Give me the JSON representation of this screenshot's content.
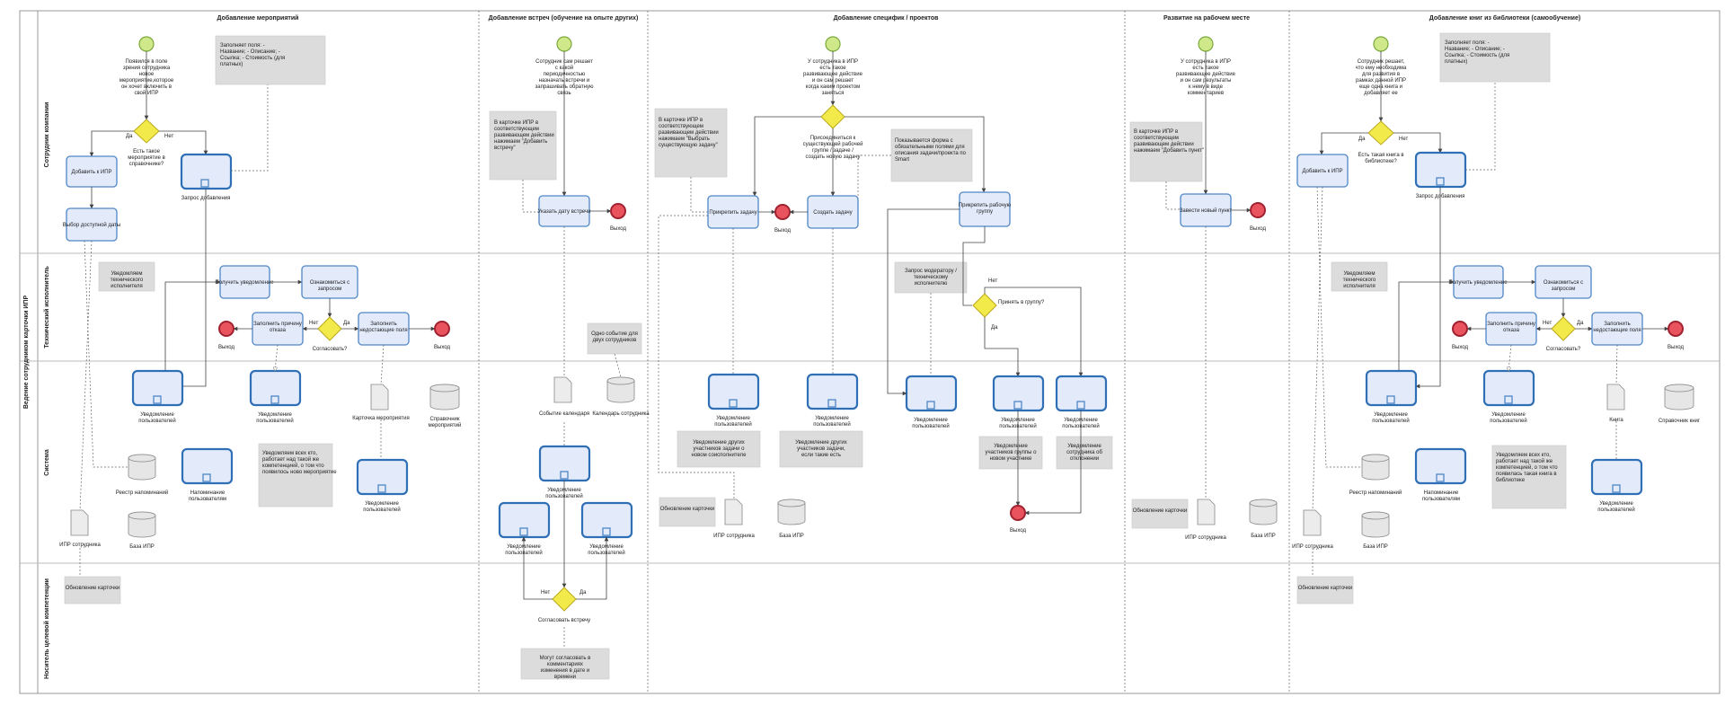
{
  "diagram": {
    "pool_title": "Ведение сотрудником карточки ИПР",
    "lanes": [
      "Сотрудник компании",
      "Технический исполнитель",
      "Система",
      "Носитель целевой компетенции"
    ],
    "phases": [
      "Добавление мероприятий",
      "Добавление встреч (обучение на опыте других)",
      "Добавление специфик / проектов",
      "Развитие на рабочем месте",
      "Добавление книг из библиотеки (самообучение)"
    ],
    "p1": {
      "start_text": "Появился в поле зрения сотрудника новое мероприятие,которое он хочет включить в свой ИПР",
      "note_fields": "Заполняет поля: - Название; - Описание; - Ссылка; - Стоимость (для платных)",
      "gw_q": "Есть такое мероприятие в справочнике?",
      "yes": "Да",
      "no": "Нет",
      "add_ipr": "Добавить к ИПР",
      "choose_date": "Выбор доступной даты",
      "add_request": "Запрос добавления",
      "note_tech": "Уведомляем технического исполнителя",
      "get_notice": "Получить уведомление",
      "read_request": "Ознакомиться с запросом",
      "fill_reason": "Заполнить причину отказа",
      "agree_q": "Согласовать?",
      "fill_fields": "Заполнить недостающие поля",
      "exit": "Выход",
      "notify_users": "Уведомление пользователей",
      "event_card": "Карточка мероприятия",
      "event_catalog": "Справочник мероприятий",
      "reg_notice": "Реестр напоминаний",
      "remind_users": "Напоминание пользователям",
      "note_all": "Уведомляем всех кто, работает над такой же компетенцией, о том что появилось ново мероприятие",
      "ipr_emp": "ИПР сотрудника",
      "ipr_base": "База ИПР",
      "card_update": "Обновление карточки"
    },
    "p2": {
      "start_text": "Сотрудник сам решает с какой периодичностью назначать встречи и запрашивать обратную связь",
      "note_card": "В карточке ИПР в соответствующем развивающем действии нажимаем \"Добавить встречу\"",
      "set_date": "Указать дату встречи",
      "exit": "Выход",
      "one_event": "Одно событие для двух сотрудников",
      "cal_event": "Событие календаря",
      "cal_emp": "Календарь сотрудника",
      "notify_users": "Уведомление пользователей",
      "agree_meet": "Согласовать встречу",
      "no": "Нет",
      "yes": "Да",
      "note_change": "Могут согласовать в комментариях изменения в дате и времени"
    },
    "p3": {
      "start_text": "У сотрудника в ИПР есть такое развивающее действие и он сам решает когда каким проектом заняться",
      "note_card": "В карточке ИПР в соответствующем развивающем действии нажимаем \"Выбрать существующую задачу\"",
      "join_text": "Присоединиться к существующей рабочей группе / задаче / создать новую задачу",
      "note_form": "Показывается форма с обязательными полями для описания задачи/проекта по Smart",
      "attach_task": "Прикрепить задачу",
      "exit": "Выход",
      "create_task": "Создать задачу",
      "attach_group": "Прикрепить рабочую группу",
      "mod_request": "Запрос модератору / техническому исполнителю",
      "no": "Нет",
      "accept_q": "Принять в группу?",
      "yes": "Да",
      "notify_users": "Уведомление пользователей",
      "note_other_new": "Уведомление других участников задачи о новом соисполнителе",
      "note_other_if": "Уведомление других участников задачи, если такие есть",
      "note_group": "Уведомление участников группы о новом участнике",
      "note_reject": "Уведомление сотрудника об отклонении",
      "card_update": "Обновление карточки",
      "ipr_emp": "ИПР сотрудника",
      "ipr_base": "База ИПР"
    },
    "p4": {
      "start_text": "У сотрудника в ИПР есть такое развивающее действие и он сам результаты к нему в виде комментариев",
      "note_card": "В карточке ИПР в соответствующем развивающем действии нажимаем \"Добавить пункт\"",
      "add_item": "Завести новый пункт",
      "exit": "Выход",
      "card_update": "Обновление карточки",
      "ipr_emp": "ИПР сотрудника",
      "ipr_base": "База ИПР"
    },
    "p5": {
      "start_text": "Сотрудник решает, что ему необходима для развития в рамках данной ИПР еще одна книга и добавляет ее",
      "note_fields": "Заполняет поля: - Название; - Описание; - Ссылка; - Стоимость (для платных)",
      "gw_q": "Есть такая книга в библиотеке?",
      "yes": "Да",
      "no": "Нет",
      "add_ipr": "Добавить к ИПР",
      "add_request": "Запрос добавления",
      "note_tech": "Уведомляем технического исполнителя",
      "get_notice": "Получить уведомление",
      "read_request": "Ознакомиться с запросом",
      "fill_reason": "Заполнить причину отказа",
      "agree_q": "Согласовать?",
      "fill_fields": "Заполнить недостающие поля",
      "exit": "Выход",
      "notify_users": "Уведомление пользователей",
      "book": "Книга",
      "book_catalog": "Справочник книг",
      "reg_notice": "Реестр напоминаний",
      "remind_users": "Напоминание пользователям",
      "note_all": "Уведомляем всех кто, работает над такой же компетенцией, о том что появилась такая книга в библиотеке",
      "ipr_emp": "ИПР сотрудника",
      "ipr_base": "База ИПР",
      "card_update": "Обновление карточки"
    }
  }
}
